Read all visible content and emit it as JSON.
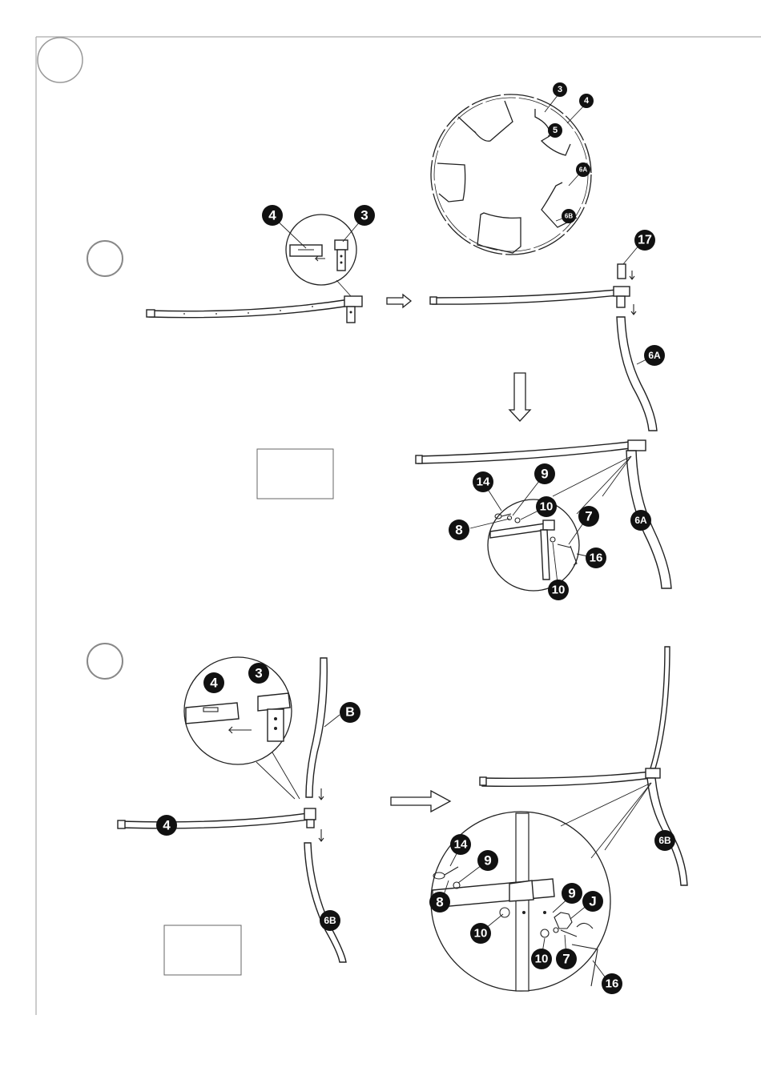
{
  "page": {
    "step_numbers": [
      "",
      "",
      ""
    ]
  },
  "part_labels": {
    "three": "3",
    "four": "4",
    "five": "5",
    "six_a": "6A",
    "six_b": "6B",
    "seven": "7",
    "eight": "8",
    "nine": "9",
    "ten": "10",
    "fourteen": "14",
    "sixteen": "16",
    "seventeen": "17",
    "b": "B",
    "j": "J"
  },
  "icons": [
    "step-circle-icon",
    "direction-arrow-icon",
    "part-badge-icon",
    "magnifier-circle-icon",
    "allen-key-icon",
    "nut-icon",
    "rotation-arrow-icon"
  ],
  "colors": {
    "line": "#222222",
    "badge": "#111111",
    "step_circle": "#888888"
  }
}
